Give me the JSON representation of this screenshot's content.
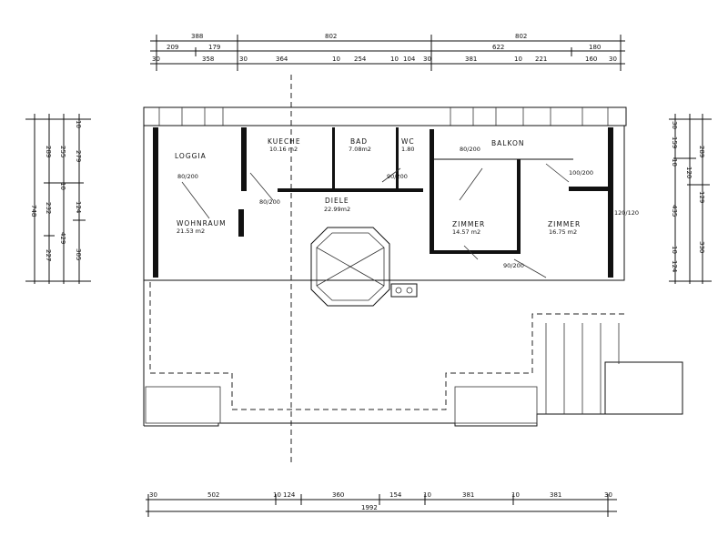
{
  "dimensions": {
    "top_row1": [
      "388",
      "802",
      "802"
    ],
    "top_row2": [
      "209",
      "179",
      "622",
      "180"
    ],
    "top_row3": [
      "30",
      "358",
      "30",
      "364",
      "10",
      "254",
      "10",
      "104",
      "30",
      "381",
      "10",
      "221",
      "160",
      "30"
    ],
    "left": [
      "748",
      "289",
      "232",
      "227",
      "255",
      "10",
      "429",
      "279",
      "124",
      "305",
      "10"
    ],
    "right": [
      "30",
      "159",
      "10",
      "289",
      "120",
      "435",
      "129",
      "10",
      "330",
      "124"
    ],
    "bottom_row1": [
      "30",
      "502",
      "10",
      "124",
      "360",
      "154",
      "10",
      "381",
      "10",
      "381",
      "30"
    ],
    "bottom_total": "1992"
  },
  "rooms": {
    "loggia": {
      "name": "LOGGIA"
    },
    "kueche": {
      "name": "KUECHE",
      "area": "10.16 m2"
    },
    "bad": {
      "name": "BAD",
      "area": "7.08m2"
    },
    "wc": {
      "name": "WC",
      "area": "1.80"
    },
    "diele": {
      "name": "DIELE",
      "area": "22.99m2"
    },
    "wohnraum": {
      "name": "WOHNRAUM",
      "area": "21.53     m2"
    },
    "zimmer1": {
      "name": "ZIMMER",
      "area": "14.57  m2"
    },
    "zimmer2": {
      "name": "ZIMMER",
      "area": "16.75 m2"
    },
    "balkon": {
      "name": "BALKON"
    }
  },
  "doors": [
    "80/200",
    "90/200",
    "80/200",
    "80/200",
    "100/200",
    "90/200",
    "120/120"
  ]
}
